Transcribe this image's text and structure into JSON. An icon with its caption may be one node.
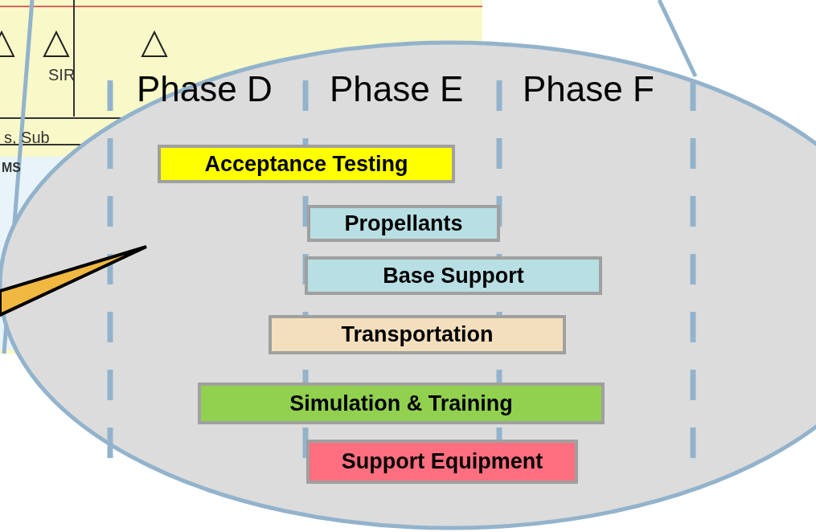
{
  "diagram": {
    "nodes": [
      {
        "text": [
          "Acceptance Testing"
        ]
      },
      {
        "text": [
          "Propellants"
        ]
      },
      {
        "text": [
          "Base Support"
        ]
      },
      {
        "text": [
          "Transportation"
        ]
      },
      {
        "text": [
          "Simulation & Training"
        ]
      },
      {
        "text": [
          "Support Equipment"
        ]
      }
    ],
    "labels": [
      "Phase D",
      "Phase E",
      "Phase F",
      "SIR",
      "s, Sub",
      "MS"
    ]
  }
}
